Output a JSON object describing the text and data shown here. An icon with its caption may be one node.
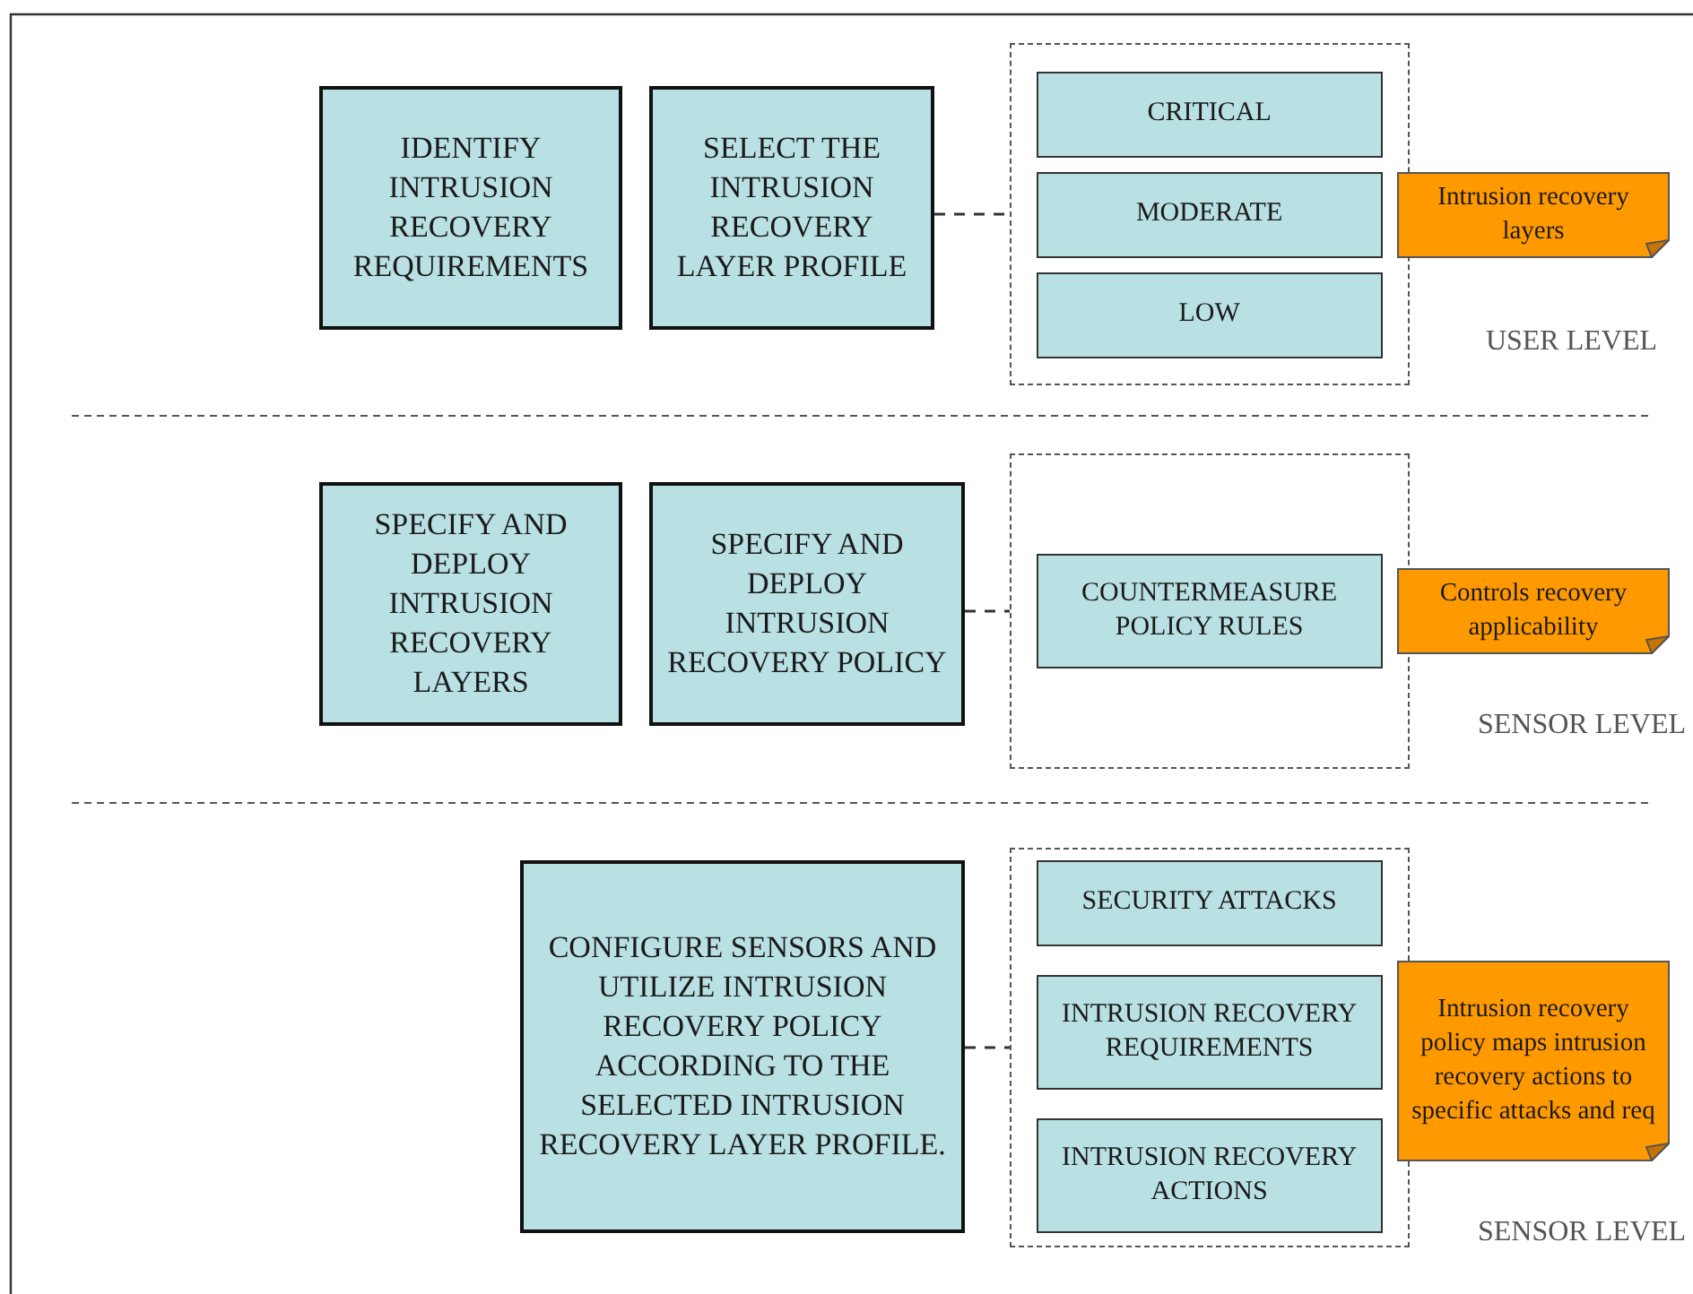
{
  "diagram": {
    "nodes": [
      {
        "text": [
          "IDENTIFY INTRUSION RECOVERY REQUIREMENTS"
        ]
      },
      {
        "text": [
          "SELECT THE INTRUSION RECOVERY LAYER PROFILE"
        ]
      },
      {
        "text": [],
        "shape": "box"
      },
      {
        "text": [
          "CRITICAL"
        ],
        "in": 2
      },
      {
        "text": [
          "MODERATE"
        ],
        "in": 2
      },
      {
        "text": [
          "LOW"
        ],
        "in": 2
      },
      {
        "text": [
          "Intrusion recovery layers"
        ]
      },
      {
        "text": [
          "SPECIFY AND DEPLOY INTRUSION RECOVERY LAYERS"
        ]
      },
      {
        "text": [
          "SPECIFY AND DEPLOY INTRUSION RECOVERY POLICY"
        ]
      },
      {
        "text": [],
        "shape": "box"
      },
      {
        "text": [
          "COUNTERMEASURE POLICY RULES"
        ],
        "in": 9
      },
      {
        "text": [
          "Controls recovery applicability"
        ]
      },
      {
        "text": [
          "CONFIGURE SENSORS AND UTILIZE INTRUSION RECOVERY POLICY ACCORDING TO THE SELECTED INTRUSION RECOVERY LAYER PROFILE."
        ]
      },
      {
        "text": [],
        "shape": "box"
      },
      {
        "text": [
          "SECURITY ATTACKS"
        ],
        "in": 13
      },
      {
        "text": [
          "INTRUSION RECOVERY REQUIREMENTS"
        ],
        "in": 13
      },
      {
        "text": [
          "INTRUSION RECOVERY ACTIONS"
        ],
        "in": 13
      },
      {
        "text": [
          "Intrusion recovery policy maps intrusion recovery actions to specific attacks and req"
        ]
      }
    ],
    "edges": [
      {
        "from": 1,
        "to": 2,
        "arrow": "none",
        "style": "dashed"
      },
      {
        "from": 8,
        "to": 9,
        "arrow": "none",
        "style": "dashed"
      },
      {
        "from": 12,
        "to": 13,
        "arrow": "none",
        "style": "dashed"
      }
    ],
    "labels": [
      "USER LEVEL",
      "SENSOR LEVEL",
      "SENSOR LEVEL"
    ]
  }
}
